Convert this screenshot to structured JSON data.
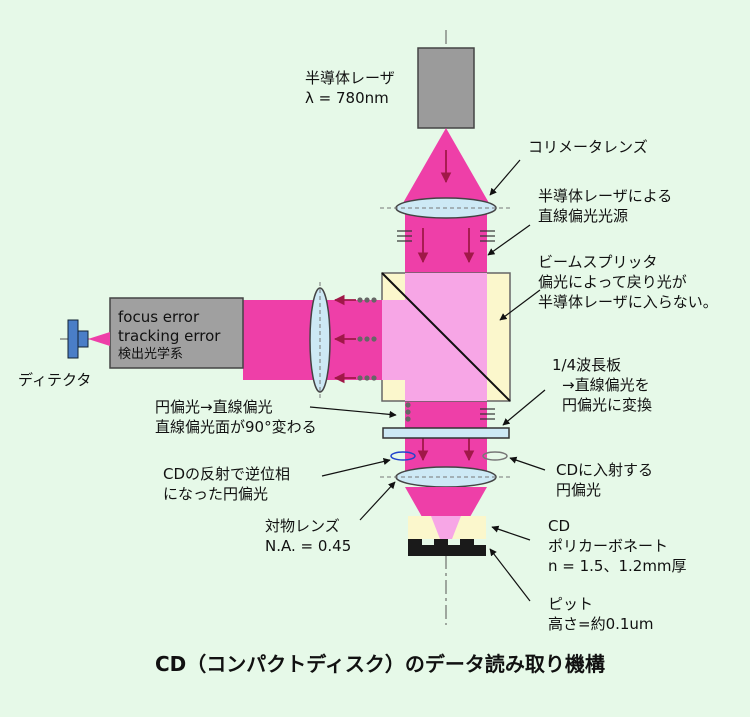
{
  "title": "CD（コンパクトディスク）のデータ読み取り機構",
  "laser": {
    "name": "半導体レーザ",
    "wavelength": "λ = 780nm"
  },
  "collimator": "コリメータレンズ",
  "linear_source": {
    "line1": "半導体レーザによる",
    "line2": "直線偏光光源"
  },
  "beam_splitter": {
    "line1": "ビームスプリッタ",
    "line2": "偏光によって戻り光が",
    "line3": "半導体レーザに入らない。"
  },
  "detector_box": {
    "line1": "focus error",
    "line2": "tracking error",
    "line3": "検出光学系"
  },
  "detector": "ディテクタ",
  "quarter_wave": {
    "line1": "1/4波長板",
    "line2": "→直線偏光を",
    "line3": "円偏光に変換"
  },
  "circular_to_linear": {
    "line1": "円偏光→直線偏光",
    "line2": "直線偏光面が90°変わる"
  },
  "reflection": {
    "line1": "CDの反射で逆位相",
    "line2": "になった円偏光"
  },
  "incident": {
    "line1": "CDに入射する",
    "line2": "円偏光"
  },
  "objective": {
    "line1": "対物レンズ",
    "line2": "N.A. = 0.45"
  },
  "cd": {
    "line1": "CD",
    "line2": "ポリカーボネート",
    "line3": "n = 1.5、1.2mm厚"
  },
  "pit": {
    "line1": "ピット",
    "line2": "高さ=約0.1um"
  },
  "colors": {
    "background": "#e6f9e8",
    "beam": "#ee3fa8",
    "beam_light": "#f7a6e6",
    "splitter_fill": "#fbf7cc",
    "lens": "#cde9f5",
    "arrow": "#a01848",
    "laser_box": "#9b9b9b"
  }
}
